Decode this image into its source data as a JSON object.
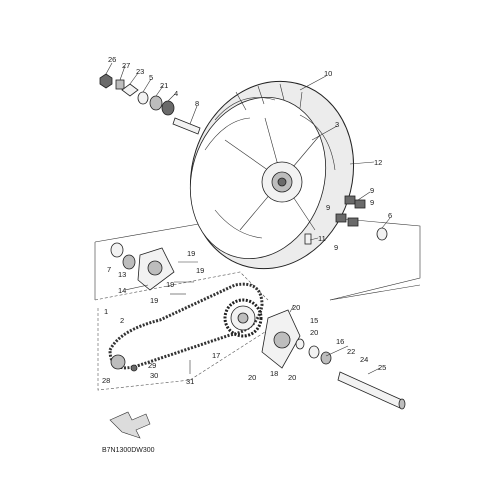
{
  "diagram": {
    "code": "B7N1300DW300",
    "callouts": [
      "26",
      "27",
      "23",
      "5",
      "21",
      "4",
      "8",
      "10",
      "3",
      "12",
      "9",
      "9",
      "6",
      "9",
      "9",
      "11",
      "7",
      "13",
      "14",
      "19",
      "19",
      "19",
      "19",
      "20",
      "20",
      "15",
      "16",
      "22",
      "24",
      "25",
      "1",
      "2",
      "17",
      "18",
      "20",
      "20",
      "29",
      "30",
      "28",
      "31"
    ]
  }
}
